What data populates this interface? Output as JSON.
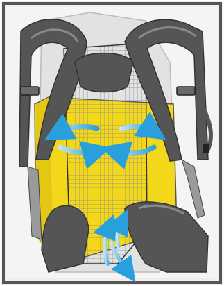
{
  "figure": {
    "subject": "backpack-back-system-ventilation",
    "colors": {
      "frame": "#555555",
      "background": "#eeeeee",
      "panel": "#dcdcdc",
      "straps": "#555555",
      "strap_edge": "#333333",
      "strap_highlight": "#8a8a8a",
      "back_panel": "#f2d71a",
      "mesh": "#8c8c8c",
      "airflow_arrow": "#29a0db",
      "airflow_arrow_light": "#bfe4f6"
    },
    "icons": [
      "airflow-arrow-icon",
      "mesh-panel",
      "shoulder-strap",
      "hip-belt",
      "sternum-strap-buckle"
    ]
  }
}
